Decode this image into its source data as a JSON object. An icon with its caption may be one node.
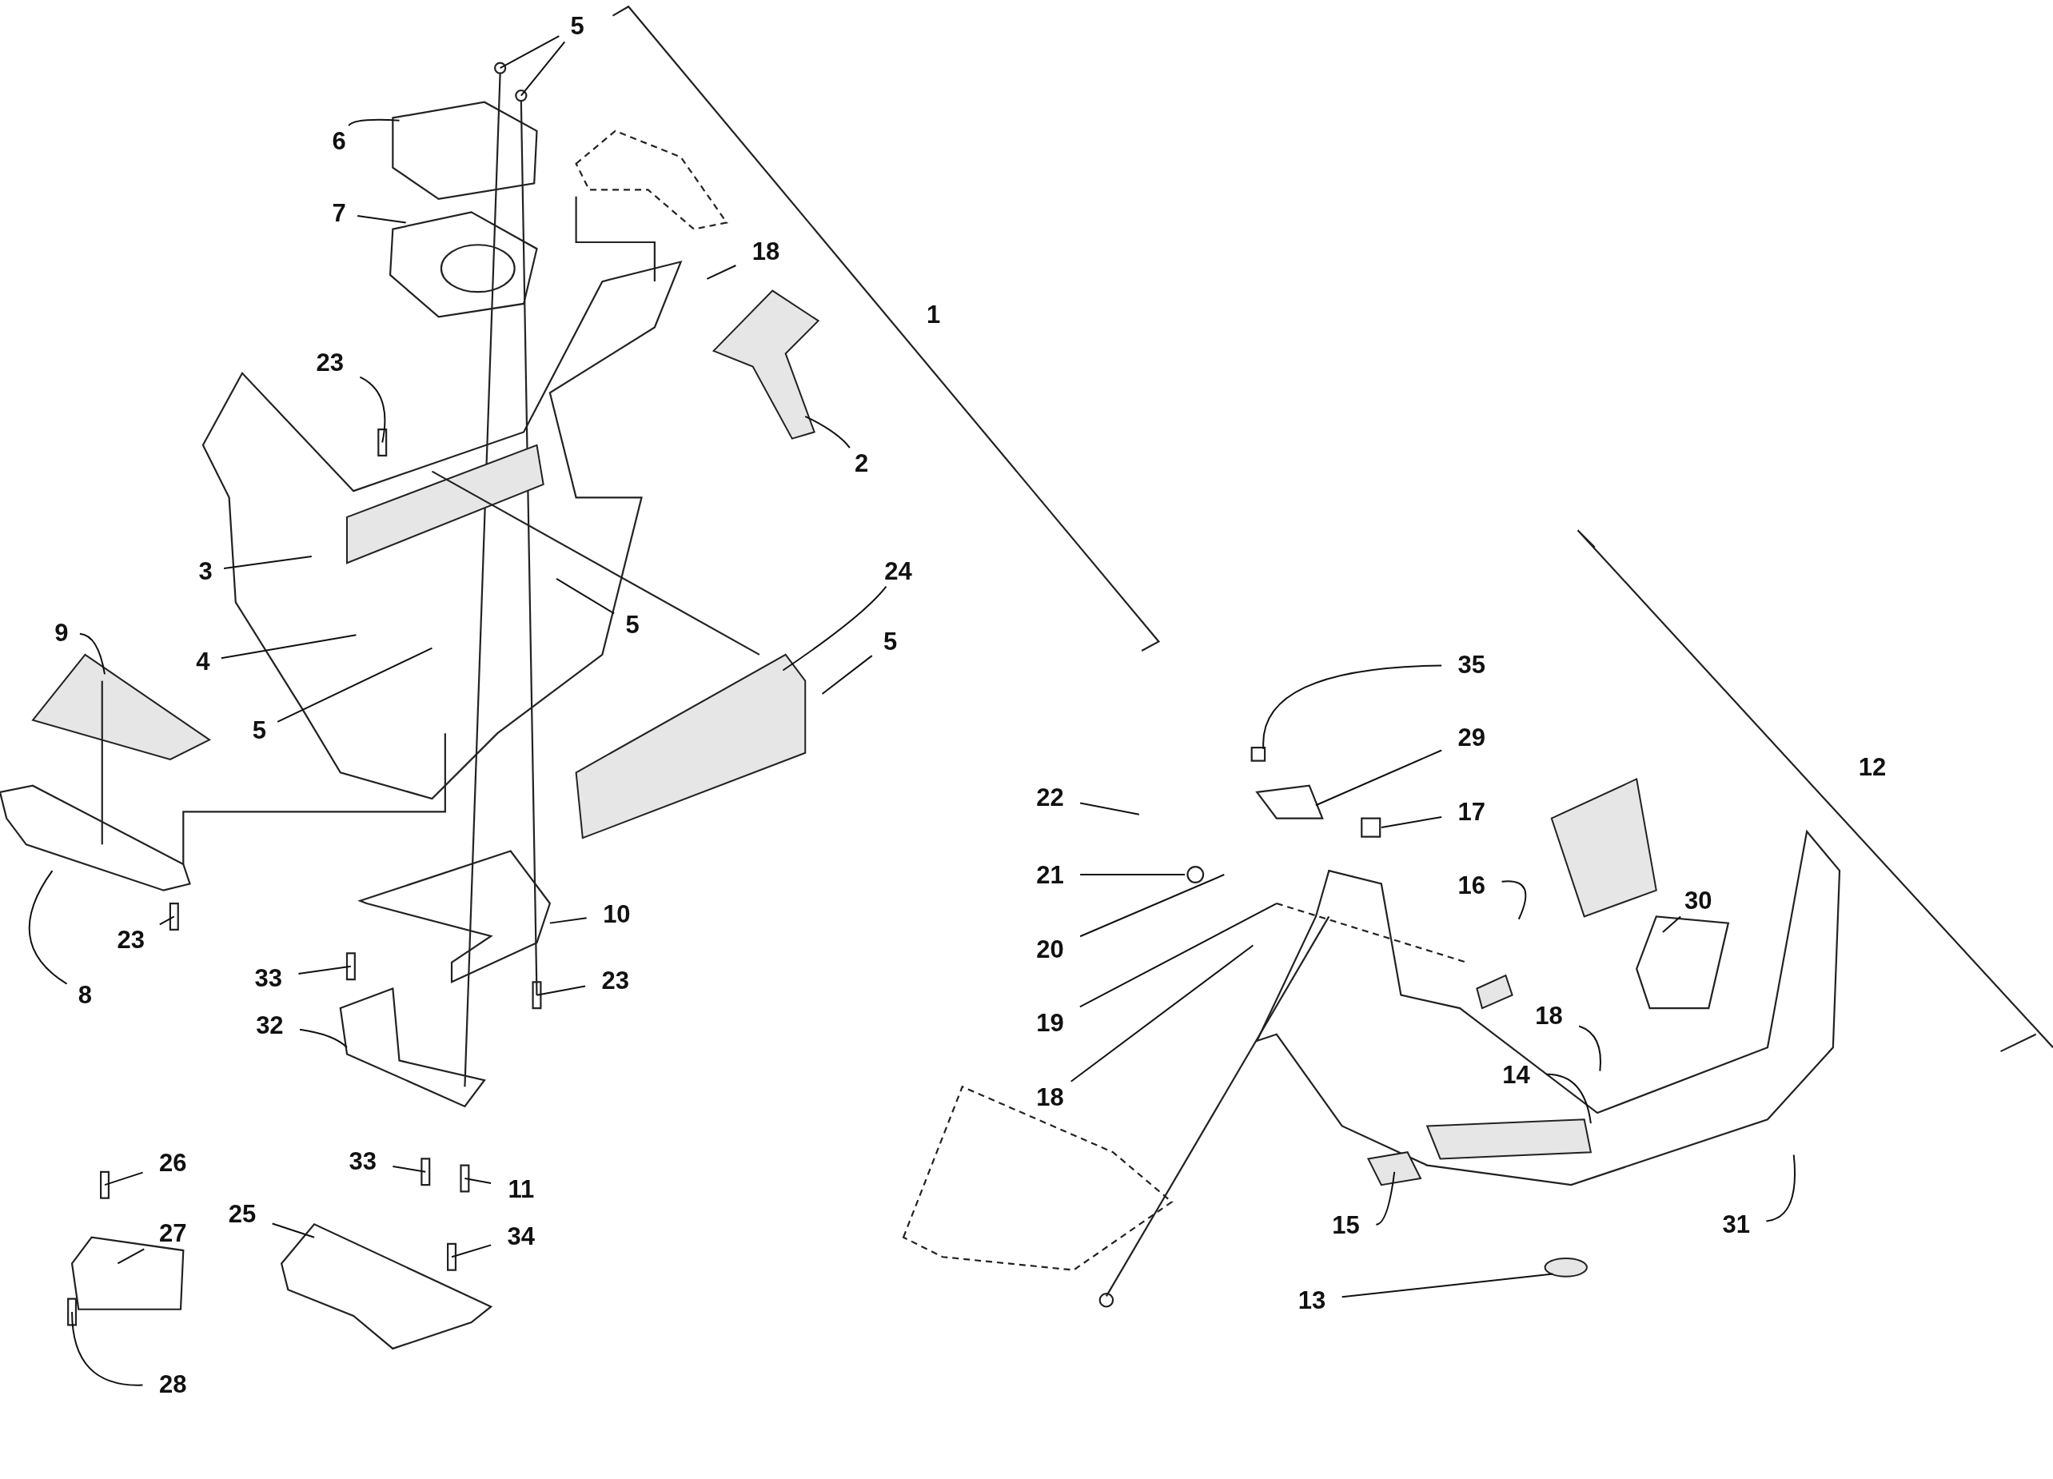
{
  "diagram": {
    "nodes": [
      {
        "text": [
          "5"
        ]
      },
      {
        "text": [
          "6"
        ]
      },
      {
        "text": [
          "7"
        ]
      },
      {
        "text": [
          "18"
        ]
      },
      {
        "text": [
          "23"
        ]
      },
      {
        "text": [
          "2"
        ]
      },
      {
        "text": [
          "3"
        ]
      },
      {
        "text": [
          "5"
        ]
      },
      {
        "text": [
          "4"
        ]
      },
      {
        "text": [
          "24"
        ]
      },
      {
        "text": [
          "5"
        ]
      },
      {
        "text": [
          "9"
        ]
      },
      {
        "text": [
          "5"
        ]
      },
      {
        "text": [
          "23"
        ]
      },
      {
        "text": [
          "8"
        ]
      },
      {
        "text": [
          "10"
        ]
      },
      {
        "text": [
          "33"
        ]
      },
      {
        "text": [
          "23"
        ]
      },
      {
        "text": [
          "32"
        ]
      },
      {
        "text": [
          "33"
        ]
      },
      {
        "text": [
          "11"
        ]
      },
      {
        "text": [
          "26"
        ]
      },
      {
        "text": [
          "27"
        ]
      },
      {
        "text": [
          "25"
        ]
      },
      {
        "text": [
          "34"
        ]
      },
      {
        "text": [
          "28"
        ]
      },
      {
        "text": [
          "35"
        ]
      },
      {
        "text": [
          "29"
        ]
      },
      {
        "text": [
          "22"
        ]
      },
      {
        "text": [
          "17"
        ]
      },
      {
        "text": [
          "21"
        ]
      },
      {
        "text": [
          "16"
        ]
      },
      {
        "text": [
          "30"
        ]
      },
      {
        "text": [
          "20"
        ]
      },
      {
        "text": [
          "19"
        ]
      },
      {
        "text": [
          "18"
        ]
      },
      {
        "text": [
          "18"
        ]
      },
      {
        "text": [
          "14"
        ]
      },
      {
        "text": [
          "15"
        ]
      },
      {
        "text": [
          "31"
        ]
      },
      {
        "text": [
          "13"
        ]
      }
    ],
    "edges": [
      {
        "from": 0,
        "to": null,
        "arrow": "none"
      },
      {
        "from": 0,
        "to": null,
        "arrow": "none"
      },
      {
        "from": 1,
        "to": null,
        "arrow": "none"
      },
      {
        "from": 2,
        "to": null,
        "arrow": "none"
      },
      {
        "from": 3,
        "to": null,
        "arrow": "none"
      },
      {
        "from": 4,
        "to": null,
        "arrow": "none"
      },
      {
        "from": 5,
        "to": null,
        "arrow": "none"
      },
      {
        "from": 6,
        "to": null,
        "arrow": "none"
      },
      {
        "from": 7,
        "to": null,
        "arrow": "none"
      },
      {
        "from": 8,
        "to": null,
        "arrow": "none"
      },
      {
        "from": 9,
        "to": null,
        "arrow": "none"
      },
      {
        "from": 10,
        "to": null,
        "arrow": "none"
      },
      {
        "from": 11,
        "to": null,
        "arrow": "none"
      },
      {
        "from": 12,
        "to": null,
        "arrow": "none"
      },
      {
        "from": 13,
        "to": null,
        "arrow": "none"
      },
      {
        "from": 14,
        "to": null,
        "arrow": "none"
      },
      {
        "from": 15,
        "to": null,
        "arrow": "none"
      },
      {
        "from": 16,
        "to": null,
        "arrow": "none"
      },
      {
        "from": 17,
        "to": null,
        "arrow": "none"
      },
      {
        "from": 18,
        "to": null,
        "arrow": "none"
      },
      {
        "from": 19,
        "to": null,
        "arrow": "none"
      },
      {
        "from": 20,
        "to": null,
        "arrow": "none"
      },
      {
        "from": 21,
        "to": null,
        "arrow": "none"
      },
      {
        "from": 22,
        "to": null,
        "arrow": "none"
      },
      {
        "from": 23,
        "to": null,
        "arrow": "none"
      },
      {
        "from": 24,
        "to": null,
        "arrow": "none"
      },
      {
        "from": 25,
        "to": null,
        "arrow": "none"
      },
      {
        "from": 26,
        "to": null,
        "arrow": "none"
      },
      {
        "from": 27,
        "to": null,
        "arrow": "none"
      },
      {
        "from": 28,
        "to": null,
        "arrow": "none"
      },
      {
        "from": 29,
        "to": null,
        "arrow": "none"
      },
      {
        "from": 30,
        "to": null,
        "arrow": "none"
      },
      {
        "from": 31,
        "to": null,
        "arrow": "none"
      },
      {
        "from": 32,
        "to": null,
        "arrow": "none"
      },
      {
        "from": 33,
        "to": null,
        "arrow": "none"
      },
      {
        "from": 34,
        "to": null,
        "arrow": "none"
      },
      {
        "from": 35,
        "to": null,
        "arrow": "none"
      },
      {
        "from": 36,
        "to": null,
        "arrow": "none"
      },
      {
        "from": 37,
        "to": null,
        "arrow": "none"
      },
      {
        "from": 38,
        "to": null,
        "arrow": "none"
      },
      {
        "from": 39,
        "to": null,
        "arrow": "none"
      },
      {
        "from": 40,
        "to": null,
        "arrow": "none"
      }
    ],
    "labels": [
      "1",
      "12"
    ]
  }
}
